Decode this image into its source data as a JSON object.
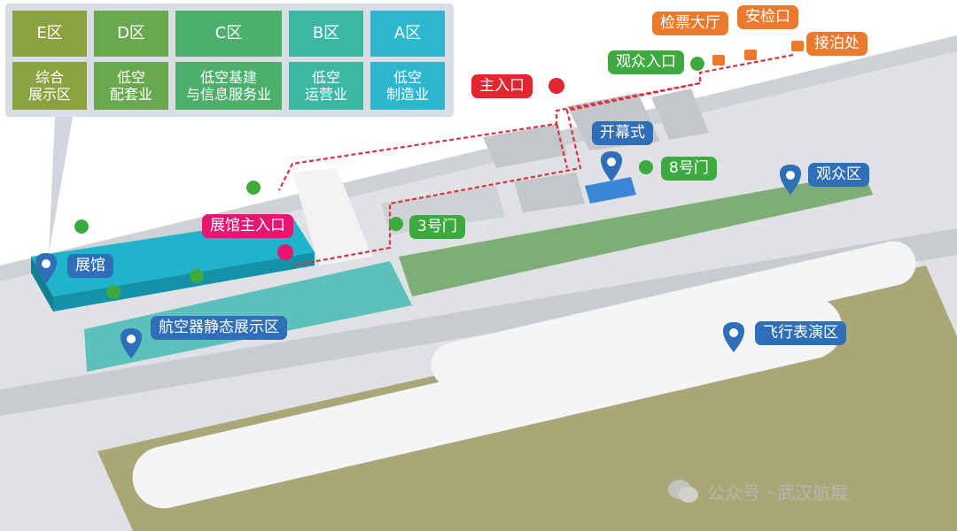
{
  "legend": {
    "zones": [
      {
        "name": "E区",
        "category": "综合\n展示区",
        "color": "#8aa33f"
      },
      {
        "name": "D区",
        "category": "低空\n配套业",
        "color": "#6aa84f"
      },
      {
        "name": "C区",
        "category": "低空基建\n与信息服务业",
        "color": "#4caf6a"
      },
      {
        "name": "B区",
        "category": "低空\n运营业",
        "color": "#3cb7a3"
      },
      {
        "name": "A区",
        "category": "低空\n制造业",
        "color": "#2fb6cf"
      }
    ]
  },
  "labels": {
    "exhibition_hall": "展馆",
    "hall_main_entrance": "展馆主入口",
    "static_display": "航空器静态展示区",
    "gate3": "3号门",
    "main_entrance": "主入口",
    "opening_ceremony": "开幕式",
    "gate8": "8号门",
    "audience_area": "观众区",
    "flight_show": "飞行表演区",
    "audience_entrance": "观众入口",
    "ticket_hall": "检票大厅",
    "security_check": "安检口",
    "pickup_point": "接泊处"
  },
  "watermark": {
    "text": "公众号 · 武汉航展"
  },
  "colors": {
    "blue_pin": "#2f6fb8",
    "green_badge": "#3daa3f",
    "orange_badge": "#ec7a2e",
    "red_badge": "#e0262f",
    "route": "#d9333f",
    "hall": "#1fb3cc",
    "static_area": "#5cc0bc",
    "audience_field": "#7fad78",
    "flight_field": "#a9a678"
  }
}
